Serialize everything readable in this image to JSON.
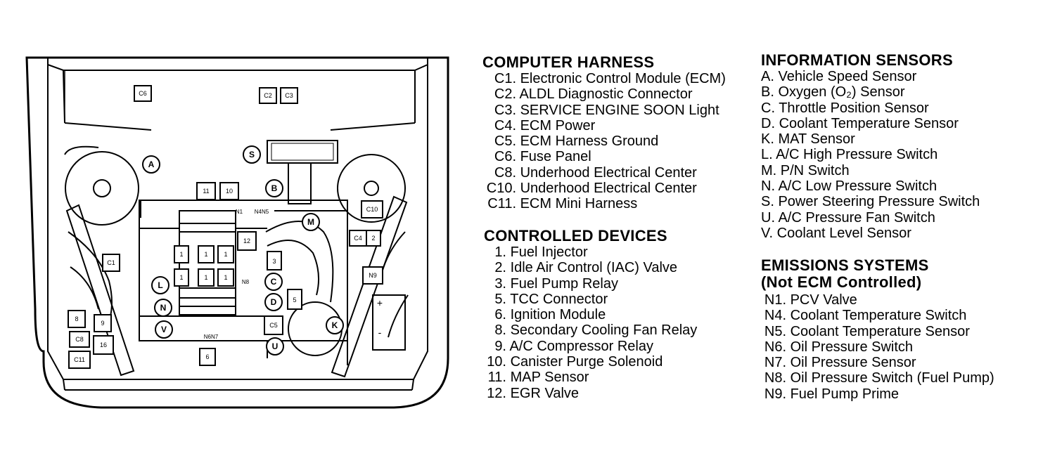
{
  "diagram": {
    "labels": {
      "c6": "C6",
      "c2": "C2",
      "c3": "C3",
      "a": "A",
      "s": "S",
      "b": "B",
      "r11": "11",
      "r10": "10",
      "c10": "C10",
      "n1": "N1",
      "n4n5": "N4N5",
      "m": "M",
      "r12": "12",
      "c4": "C4",
      "r2": "2",
      "c1": "C1",
      "r1": "1",
      "r3": "3",
      "n8": "N8",
      "n9": "N9",
      "l": "L",
      "c": "C",
      "n": "N",
      "d": "D",
      "r5": "5",
      "k": "K",
      "v": "V",
      "c5": "C5",
      "n6n7": "N6N7",
      "u": "U",
      "r6": "6",
      "r8": "8",
      "r9": "9",
      "c8": "C8",
      "r16": "16",
      "c11": "C11",
      "plus": "+",
      "minus": "-"
    }
  },
  "legend": {
    "computer_harness": {
      "title": "COMPUTER HARNESS",
      "items": [
        {
          "code": "C1.",
          "text": "Electronic Control Module (ECM)"
        },
        {
          "code": "C2.",
          "text": "ALDL Diagnostic Connector"
        },
        {
          "code": "C3.",
          "text": "SERVICE ENGINE SOON Light"
        },
        {
          "code": "C4.",
          "text": "ECM Power"
        },
        {
          "code": "C5.",
          "text": "ECM Harness Ground"
        },
        {
          "code": "C6.",
          "text": "Fuse Panel"
        },
        {
          "code": "C8.",
          "text": "Underhood Electrical Center"
        },
        {
          "code": "C10.",
          "text": "Underhood Electrical Center"
        },
        {
          "code": "C11.",
          "text": "ECM Mini Harness"
        }
      ]
    },
    "controlled_devices": {
      "title": "CONTROLLED DEVICES",
      "items": [
        {
          "code": "1.",
          "text": "Fuel Injector"
        },
        {
          "code": "2.",
          "text": "Idle Air Control (IAC) Valve"
        },
        {
          "code": "3.",
          "text": "Fuel Pump Relay"
        },
        {
          "code": "5.",
          "text": "TCC Connector"
        },
        {
          "code": "6.",
          "text": "Ignition Module"
        },
        {
          "code": "8.",
          "text": "Secondary Cooling Fan Relay"
        },
        {
          "code": "9.",
          "text": "A/C Compressor Relay"
        },
        {
          "code": "10.",
          "text": "Canister Purge Solenoid"
        },
        {
          "code": "11.",
          "text": "MAP Sensor"
        },
        {
          "code": "12.",
          "text": "EGR Valve"
        }
      ]
    },
    "information_sensors": {
      "title": "INFORMATION SENSORS",
      "items": [
        {
          "code": "A.",
          "text": "Vehicle Speed Sensor"
        },
        {
          "code": "B.",
          "text": "Oxygen (O₂) Sensor"
        },
        {
          "code": "C.",
          "text": "Throttle Position Sensor"
        },
        {
          "code": "D.",
          "text": "Coolant Temperature Sensor"
        },
        {
          "code": "K.",
          "text": "MAT Sensor"
        },
        {
          "code": "L.",
          "text": "A/C High Pressure Switch"
        },
        {
          "code": "M.",
          "text": "P/N Switch"
        },
        {
          "code": "N.",
          "text": "A/C Low Pressure Switch"
        },
        {
          "code": "S.",
          "text": "Power Steering Pressure Switch"
        },
        {
          "code": "U.",
          "text": "A/C Pressure Fan Switch"
        },
        {
          "code": "V.",
          "text": "Coolant Level Sensor"
        }
      ]
    },
    "emissions_systems": {
      "title": "EMISSIONS SYSTEMS",
      "subtitle": "(Not ECM Controlled)",
      "items": [
        {
          "code": "N1.",
          "text": "PCV Valve"
        },
        {
          "code": "N4.",
          "text": "Coolant Temperature Switch"
        },
        {
          "code": "N5.",
          "text": "Coolant Temperature Sensor"
        },
        {
          "code": "N6.",
          "text": "Oil Pressure Switch"
        },
        {
          "code": "N7.",
          "text": "Oil Pressure Sensor"
        },
        {
          "code": "N8.",
          "text": "Oil Pressure Switch (Fuel Pump)"
        },
        {
          "code": "N9.",
          "text": "Fuel Pump Prime"
        }
      ]
    }
  }
}
